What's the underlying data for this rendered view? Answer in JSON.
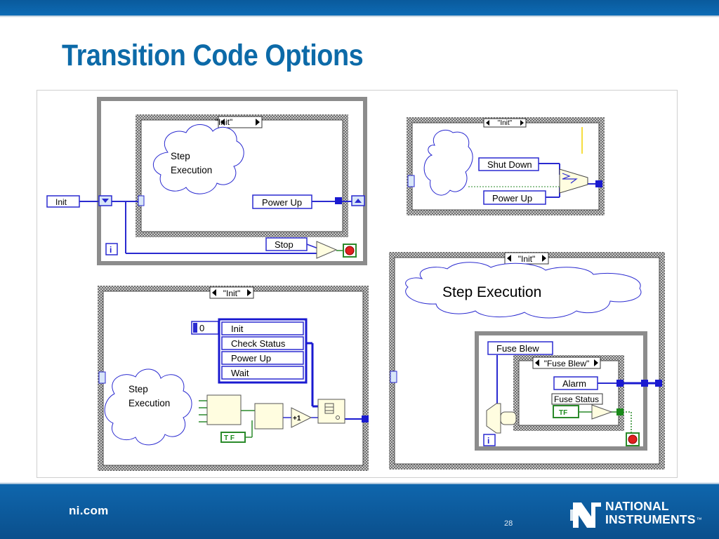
{
  "slide": {
    "title": "Transition Code Options",
    "footer_site": "ni.com",
    "page_number": "28",
    "logo": {
      "line1": "NATIONAL",
      "line2": "INSTRUMENTS",
      "trademark": "™"
    }
  },
  "diagram1": {
    "case_label": "\"Init\"",
    "cloud_text_line1": "Step",
    "cloud_text_line2": "Execution",
    "init_constant": "Init",
    "power_up_constant": "Power Up",
    "stop_constant": "Stop",
    "iteration_label": "i"
  },
  "diagram2": {
    "case_label": "\"Init\"",
    "shut_down_constant": "Shut Down",
    "power_up_constant": "Power Up"
  },
  "diagram3": {
    "case_label": "\"Init\"",
    "index_constant": "0",
    "array_items": [
      "Init",
      "Check Status",
      "Power Up",
      "Wait"
    ],
    "cloud_text_line1": "Step",
    "cloud_text_line2": "Execution",
    "bool_constant": "T F",
    "increment_label": "+1"
  },
  "diagram4": {
    "case_label": "\"Init\"",
    "cloud_text": "Step Execution",
    "fuse_blew_constant": "Fuse Blew",
    "inner_case_label": "\"Fuse Blew\"",
    "alarm_constant": "Alarm",
    "fuse_status_label": "Fuse Status",
    "fuse_status_bool": "TF",
    "iteration_label": "i"
  },
  "colors": {
    "ni_blue": "#0c6aa8",
    "enum_blue": "#1a1ad0",
    "wire_green": "#2a8a2a",
    "frame_gray": "#8a8a8a"
  }
}
